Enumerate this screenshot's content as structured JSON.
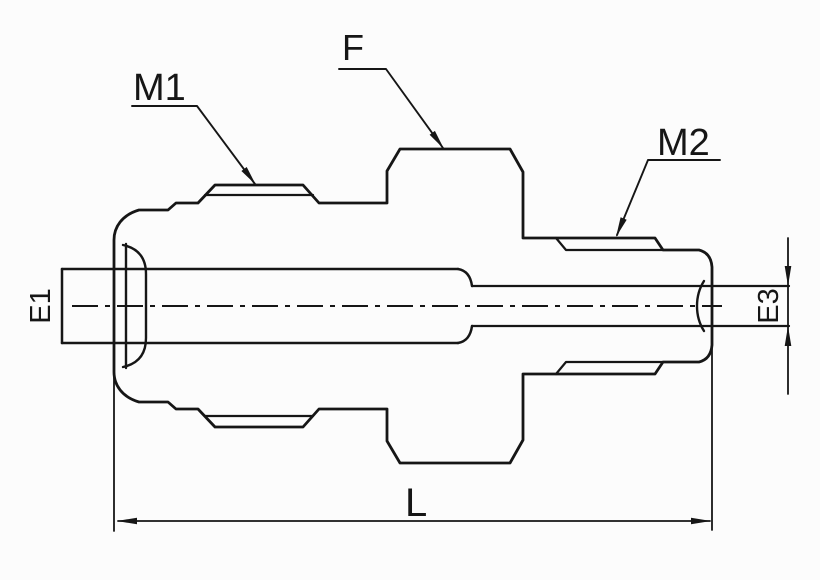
{
  "drawing": {
    "type": "technical-drawing-fitting-side-view",
    "labels": {
      "m1": "M1",
      "f": "F",
      "m2": "M2",
      "e1": "E1",
      "e3": "E3",
      "l": "L"
    },
    "colors": {
      "line": "#161616",
      "background": "#fcfcfc"
    }
  }
}
